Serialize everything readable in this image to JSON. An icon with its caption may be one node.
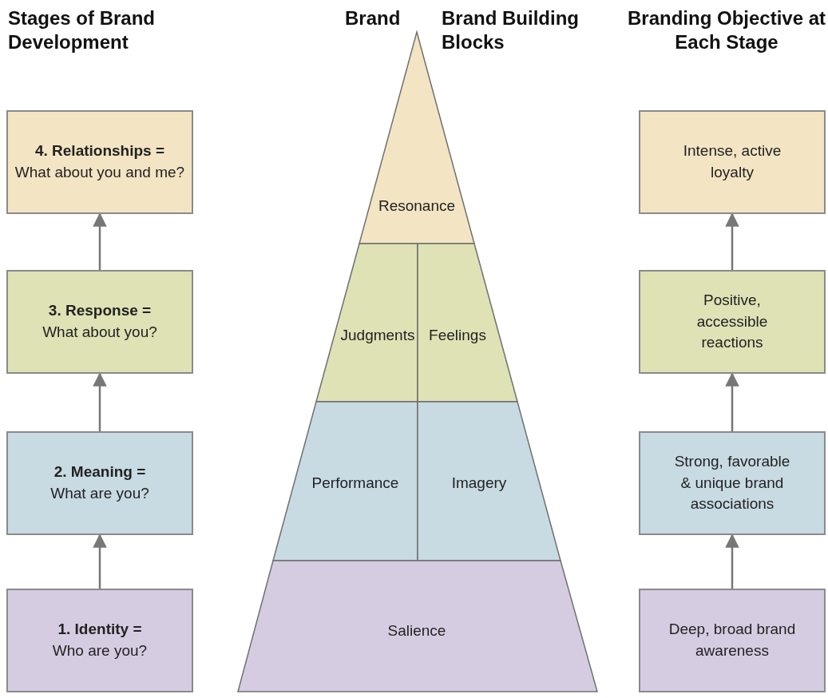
{
  "diagram": {
    "nodes": [
      {
        "text": [
          "4. Relationships =",
          "What about you and me?"
        ]
      },
      {
        "text": [
          "3. Response =",
          "What about you?"
        ]
      },
      {
        "text": [
          "2. Meaning =",
          "What are you?"
        ]
      },
      {
        "text": [
          "1. Identity =",
          "Who are you?"
        ]
      },
      {
        "text": [
          "Resonance"
        ]
      },
      {
        "text": [
          "Judgments"
        ]
      },
      {
        "text": [
          "Feelings"
        ]
      },
      {
        "text": [
          "Performance"
        ]
      },
      {
        "text": [
          "Imagery"
        ]
      },
      {
        "text": [
          "Salience"
        ]
      },
      {
        "text": [
          "Intense, active loyalty"
        ]
      },
      {
        "text": [
          "Positive, accessible reactions"
        ]
      },
      {
        "text": [
          "Strong, favorable & unique brand associations"
        ]
      },
      {
        "text": [
          "Deep, broad brand awareness"
        ]
      }
    ],
    "edges": [
      {
        "from": 3,
        "to": 2,
        "arrow": "to"
      },
      {
        "from": 2,
        "to": 1,
        "arrow": "to"
      },
      {
        "from": 1,
        "to": 0,
        "arrow": "to"
      },
      {
        "from": 13,
        "to": 12,
        "arrow": "to"
      },
      {
        "from": 12,
        "to": 11,
        "arrow": "to"
      },
      {
        "from": 11,
        "to": 10,
        "arrow": "to"
      }
    ],
    "labels": [
      "Stages of Brand Development",
      "Brand",
      "Brand Building Blocks",
      "Branding Objective at Each Stage"
    ]
  }
}
